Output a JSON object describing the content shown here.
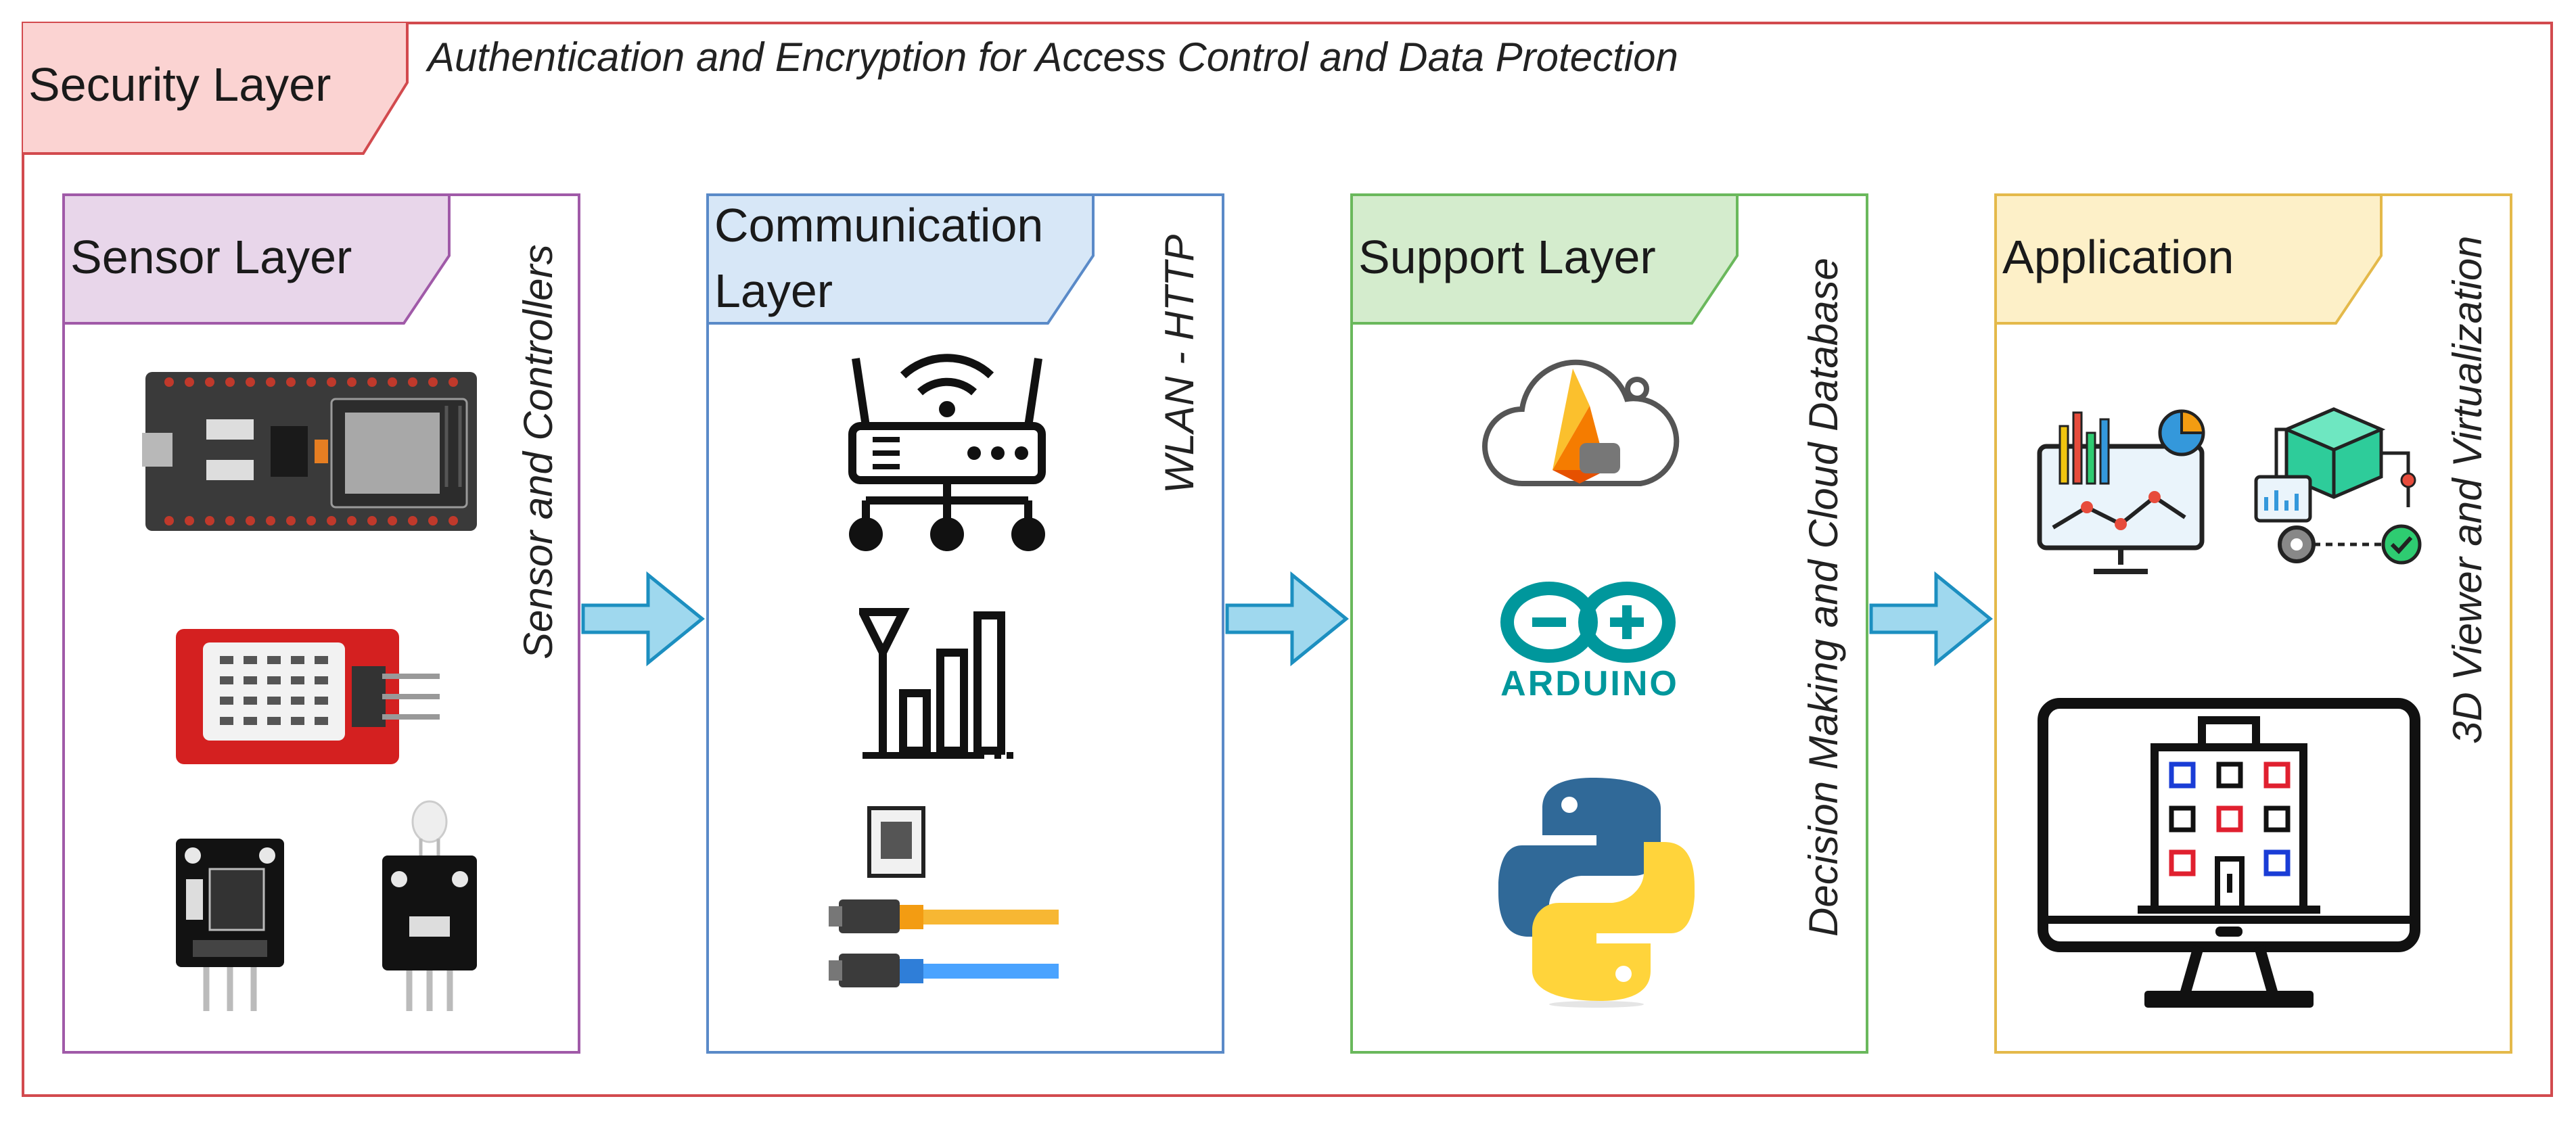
{
  "security": {
    "title": "Security Layer",
    "subtitle": "Authentication and Encryption for Access Control and Data Protection"
  },
  "layers": [
    {
      "title": "Sensor Layer",
      "side_label": "Sensor and Controllers",
      "color": "#a05aa8",
      "fill": "#e8d6ea"
    },
    {
      "title_line1": "Communication",
      "title_line2": "Layer",
      "side_label": "WLAN - HTTP",
      "color": "#5a8ac8",
      "fill": "#d7e7f7"
    },
    {
      "title": "Support Layer",
      "side_label": "Decision Making and Cloud Database",
      "color": "#6ab85c",
      "fill": "#d4eccd"
    },
    {
      "title": "Application",
      "side_label": "3D Viewer and Virtualization",
      "color": "#e4b94a",
      "fill": "#fdf0c8"
    }
  ],
  "icons": {
    "arduino_text": "ARDUINO"
  },
  "colors": {
    "security": "#d24a4e",
    "security_fill": "#fbd3d2",
    "arrow_fill": "#9fd8ee",
    "arrow_stroke": "#1c8fc0"
  }
}
